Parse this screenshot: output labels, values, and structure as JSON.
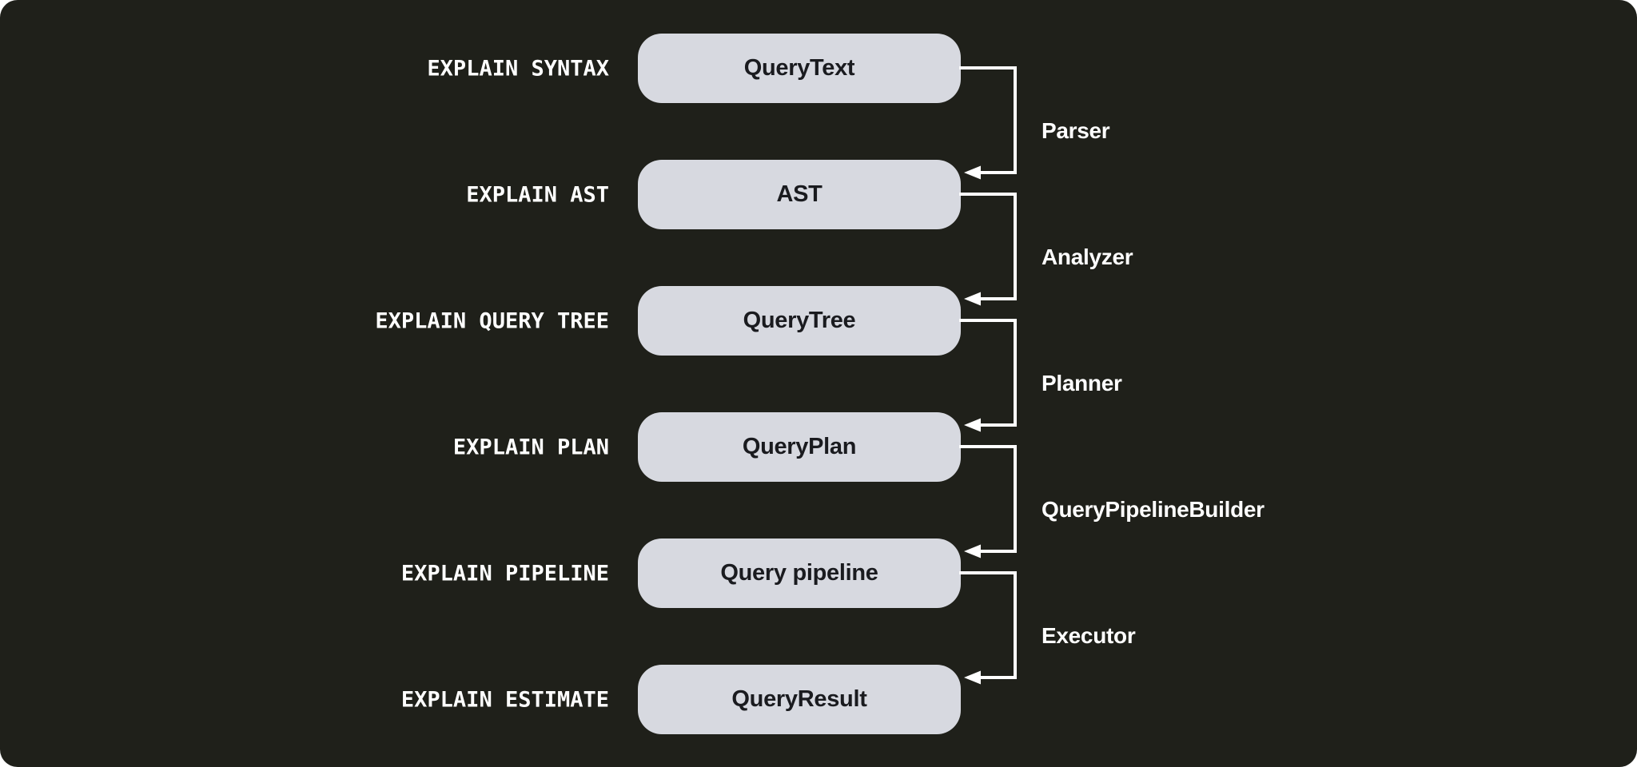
{
  "colors": {
    "bg": "#1f201a",
    "panel-text": "#ffffff",
    "box-fill": "#d7d9e0",
    "box-text": "#1a1b1f",
    "line": "#ffffff"
  },
  "rows": [
    {
      "command": "EXPLAIN SYNTAX",
      "artifact": "QueryText"
    },
    {
      "command": "EXPLAIN AST",
      "artifact": "AST"
    },
    {
      "command": "EXPLAIN QUERY TREE",
      "artifact": "QueryTree"
    },
    {
      "command": "EXPLAIN PLAN",
      "artifact": "QueryPlan"
    },
    {
      "command": "EXPLAIN PIPELINE",
      "artifact": "Query pipeline"
    },
    {
      "command": "EXPLAIN ESTIMATE",
      "artifact": "QueryResult"
    }
  ],
  "stages": [
    "Parser",
    "Analyzer",
    "Planner",
    "QueryPipelineBuilder",
    "Executor"
  ]
}
